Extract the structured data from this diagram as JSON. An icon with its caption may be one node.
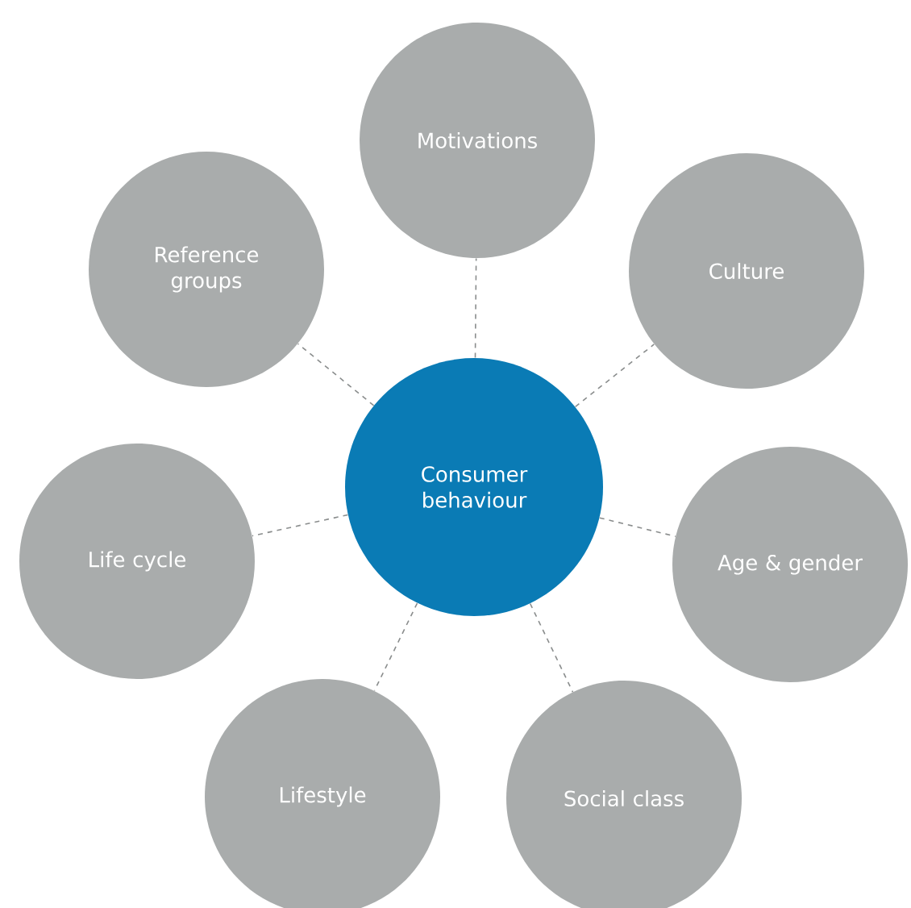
{
  "diagram": {
    "nodes": [
      {
        "text": [
          "Consumer behaviour"
        ]
      },
      {
        "text": [
          "Motivations"
        ]
      },
      {
        "text": [
          "Culture"
        ]
      },
      {
        "text": [
          "Age & gender"
        ]
      },
      {
        "text": [
          "Social class"
        ]
      },
      {
        "text": [
          "Lifestyle"
        ]
      },
      {
        "text": [
          "Life cycle"
        ]
      },
      {
        "text": [
          "Reference groups"
        ]
      }
    ],
    "edges": [
      {
        "from": 0,
        "to": 1,
        "arrow": "none",
        "style": "dashed"
      },
      {
        "from": 0,
        "to": 2,
        "arrow": "none",
        "style": "dashed"
      },
      {
        "from": 0,
        "to": 3,
        "arrow": "none",
        "style": "dashed"
      },
      {
        "from": 0,
        "to": 4,
        "arrow": "none",
        "style": "dashed"
      },
      {
        "from": 0,
        "to": 5,
        "arrow": "none",
        "style": "dashed"
      },
      {
        "from": 0,
        "to": 6,
        "arrow": "none",
        "style": "dashed"
      },
      {
        "from": 0,
        "to": 7,
        "arrow": "none",
        "style": "dashed"
      }
    ]
  }
}
